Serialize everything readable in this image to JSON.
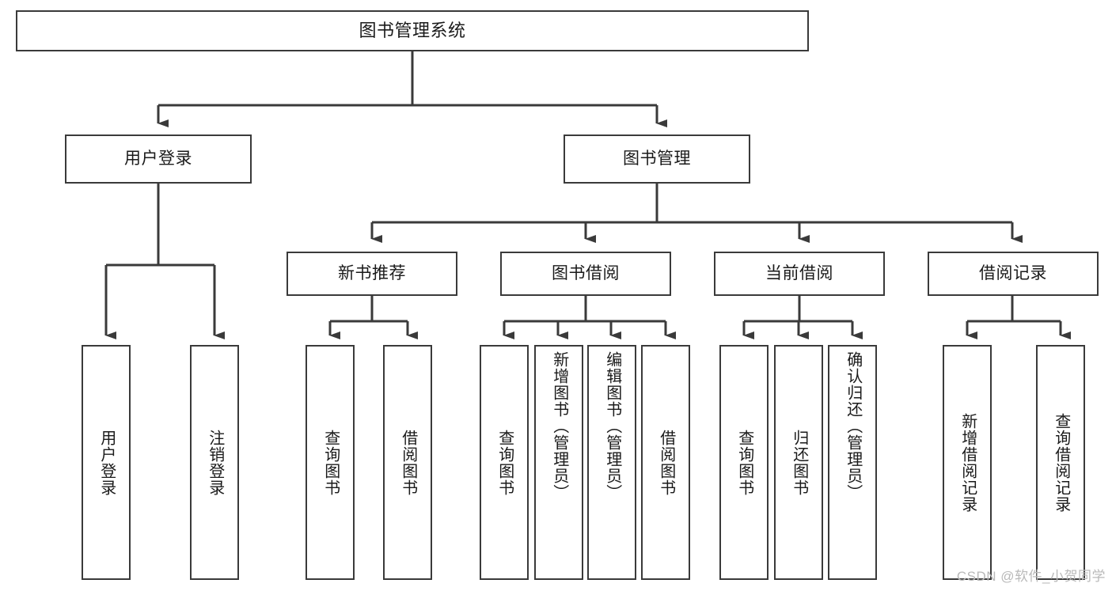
{
  "diagram": {
    "title": "图书管理系统",
    "type": "hierarchy-tree",
    "colors": {
      "box_border": "#3a3a3a",
      "box_fill": "#ffffff",
      "connector": "#3a3a3a",
      "text": "#1a1a1a",
      "watermark": "#b9b9b9"
    },
    "root": {
      "label": "图书管理系统"
    },
    "level1": [
      {
        "label": "用户登录"
      },
      {
        "label": "图书管理"
      }
    ],
    "level2": [
      {
        "label": "新书推荐"
      },
      {
        "label": "图书借阅"
      },
      {
        "label": "当前借阅"
      },
      {
        "label": "借阅记录"
      }
    ],
    "leaves_user_login": [
      {
        "label": "用户登录"
      },
      {
        "label": "注销登录"
      }
    ],
    "leaves_new_book": [
      {
        "label": "查询图书"
      },
      {
        "label": "借阅图书"
      }
    ],
    "leaves_borrow": [
      {
        "label": "查询图书"
      },
      {
        "label": "新增图书（管理员）"
      },
      {
        "label": "编辑图书（管理员）"
      },
      {
        "label": "借阅图书"
      }
    ],
    "leaves_current": [
      {
        "label": "查询图书"
      },
      {
        "label": "归还图书"
      },
      {
        "label": "确认归还（管理员）"
      }
    ],
    "leaves_record": [
      {
        "label": "新增借阅记录"
      },
      {
        "label": "查询借阅记录"
      }
    ]
  },
  "watermark": {
    "text": "CSDN @软件_小贺同学"
  }
}
